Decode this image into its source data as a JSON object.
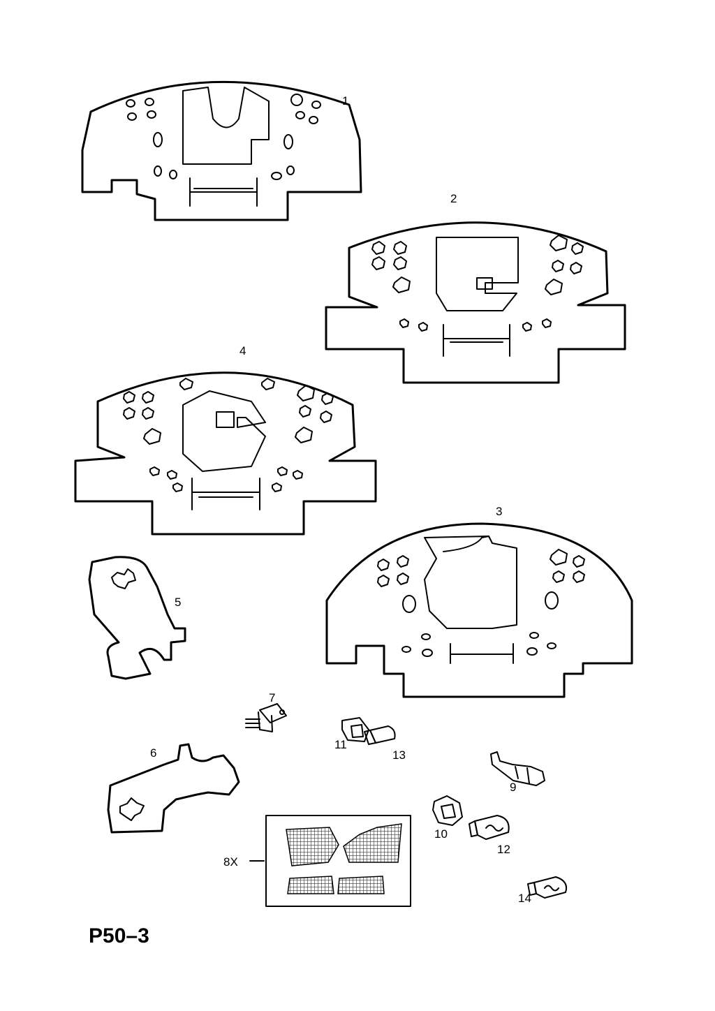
{
  "diagram": {
    "page_code": "P50–3",
    "callouts": [
      {
        "id": "1",
        "text": "1"
      },
      {
        "id": "2",
        "text": "2"
      },
      {
        "id": "3",
        "text": "3"
      },
      {
        "id": "4",
        "text": "4"
      },
      {
        "id": "5",
        "text": "5"
      },
      {
        "id": "6",
        "text": "6"
      },
      {
        "id": "7",
        "text": "7"
      },
      {
        "id": "8",
        "text": "8X"
      },
      {
        "id": "9",
        "text": "9"
      },
      {
        "id": "10",
        "text": "10"
      },
      {
        "id": "11",
        "text": "11"
      },
      {
        "id": "12",
        "text": "12"
      },
      {
        "id": "13",
        "text": "13"
      },
      {
        "id": "14",
        "text": "14"
      }
    ]
  }
}
